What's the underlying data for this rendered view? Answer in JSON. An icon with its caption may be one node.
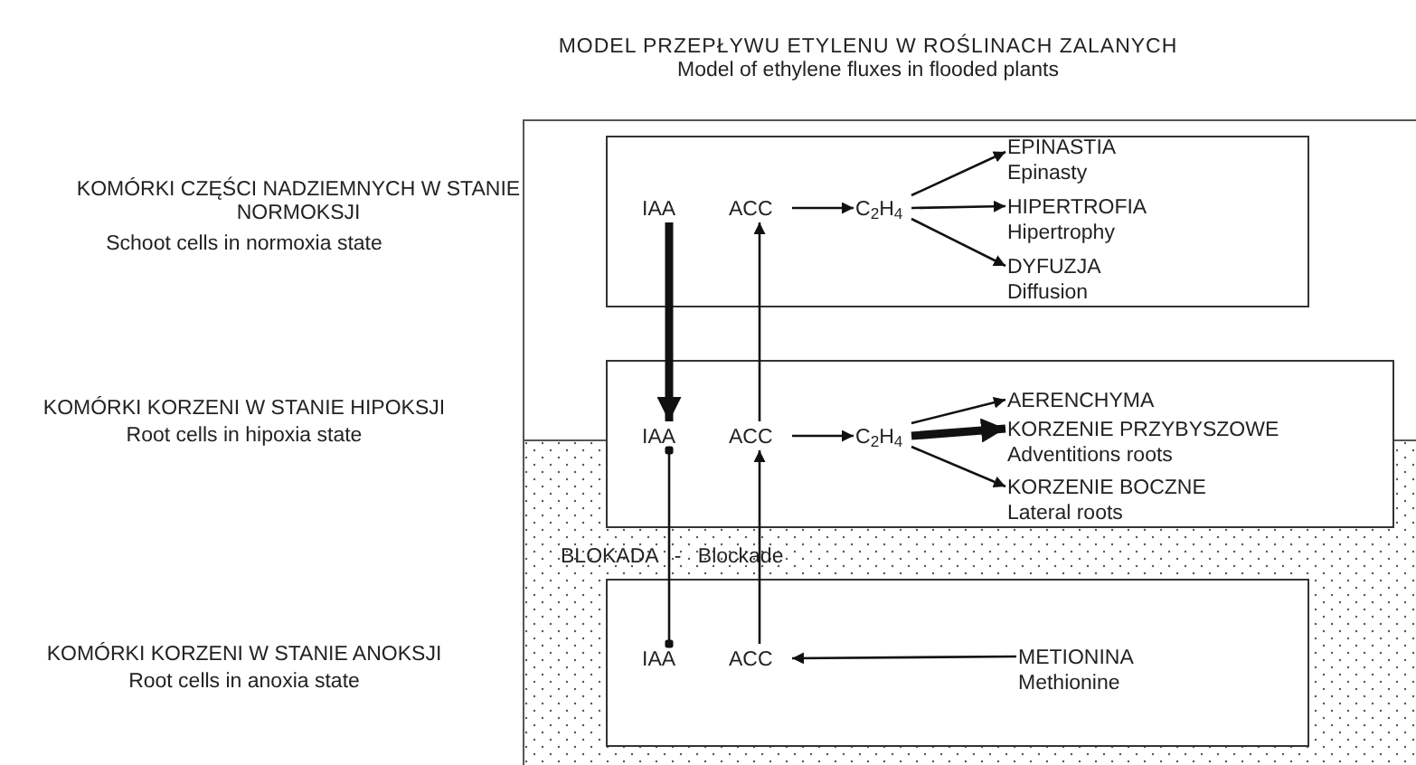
{
  "diagram": {
    "title": "MODEL PRZEPŁYWU ETYLENU W ROŚLINACH ZALANYCH",
    "nodes": [
      {
        "text": [],
        "shape": "box"
      },
      {
        "text": [
          "IAA"
        ],
        "in": 0
      },
      {
        "text": [
          "ACC"
        ],
        "in": 0
      },
      {
        "text": [
          "C$_{2}$H$_{4}$"
        ],
        "in": 0
      },
      {
        "text": [
          "EPINASTIA",
          "Epinasty"
        ],
        "in": 0
      },
      {
        "text": [
          "HIPERTROFIA",
          "Hipertrophy"
        ],
        "in": 0
      },
      {
        "text": [
          "DYFUZJA",
          "Diffusion"
        ],
        "in": 0
      },
      {
        "text": [],
        "shape": "box"
      },
      {
        "text": [
          "IAA"
        ],
        "in": 7
      },
      {
        "text": [
          "ACC"
        ],
        "in": 7
      },
      {
        "text": [
          "C$_{2}$H$_{4}$"
        ],
        "in": 7
      },
      {
        "text": [
          "AERENCHYMA"
        ],
        "in": 7
      },
      {
        "text": [
          "KORZENIE PRZYBYSZOWE",
          "Adventitions roots"
        ],
        "in": 7
      },
      {
        "text": [
          "KORZENIE BOCZNE",
          "Lateral roots"
        ],
        "in": 7
      },
      {
        "text": [],
        "shape": "box"
      },
      {
        "text": [
          "IAA"
        ],
        "in": 14
      },
      {
        "text": [
          "ACC"
        ],
        "in": 14
      },
      {
        "text": [
          "METIONINA",
          "Methionine"
        ],
        "in": 14
      }
    ],
    "edges": [
      {
        "from": 2,
        "to": 3,
        "arrow": "to"
      },
      {
        "from": 3,
        "to": 4,
        "arrow": "to"
      },
      {
        "from": 3,
        "to": 5,
        "arrow": "to"
      },
      {
        "from": 3,
        "to": 6,
        "arrow": "to"
      },
      {
        "from": 1,
        "to": 8,
        "arrow": "to",
        "style": "thick"
      },
      {
        "from": 9,
        "to": 2,
        "arrow": "to"
      },
      {
        "from": 9,
        "to": 10,
        "arrow": "to"
      },
      {
        "from": 10,
        "to": 11,
        "arrow": "to"
      },
      {
        "from": 10,
        "to": 12,
        "arrow": "to",
        "style": "thick"
      },
      {
        "from": 10,
        "to": 13,
        "arrow": "to"
      },
      {
        "from": 15,
        "to": 8,
        "arrow": "other"
      },
      {
        "from": 16,
        "to": 9,
        "arrow": "to"
      },
      {
        "from": 17,
        "to": 16,
        "arrow": "to"
      }
    ],
    "labels": [
      "Model of ethylene fluxes in flooded plants",
      "KOMÓRKI CZĘŚCI NADZIEMNYCH W STANIE NORMOKSJI",
      "Schoot cells in normoxia state",
      "KOMÓRKI KORZENI W STANIE HIPOKSJI",
      "Root cells in hipoxia state",
      "KOMÓRKI KORZENI W STANIE ANOKSJI",
      "Root cells in anoxia state",
      "BLOKADA - Blockade"
    ]
  }
}
